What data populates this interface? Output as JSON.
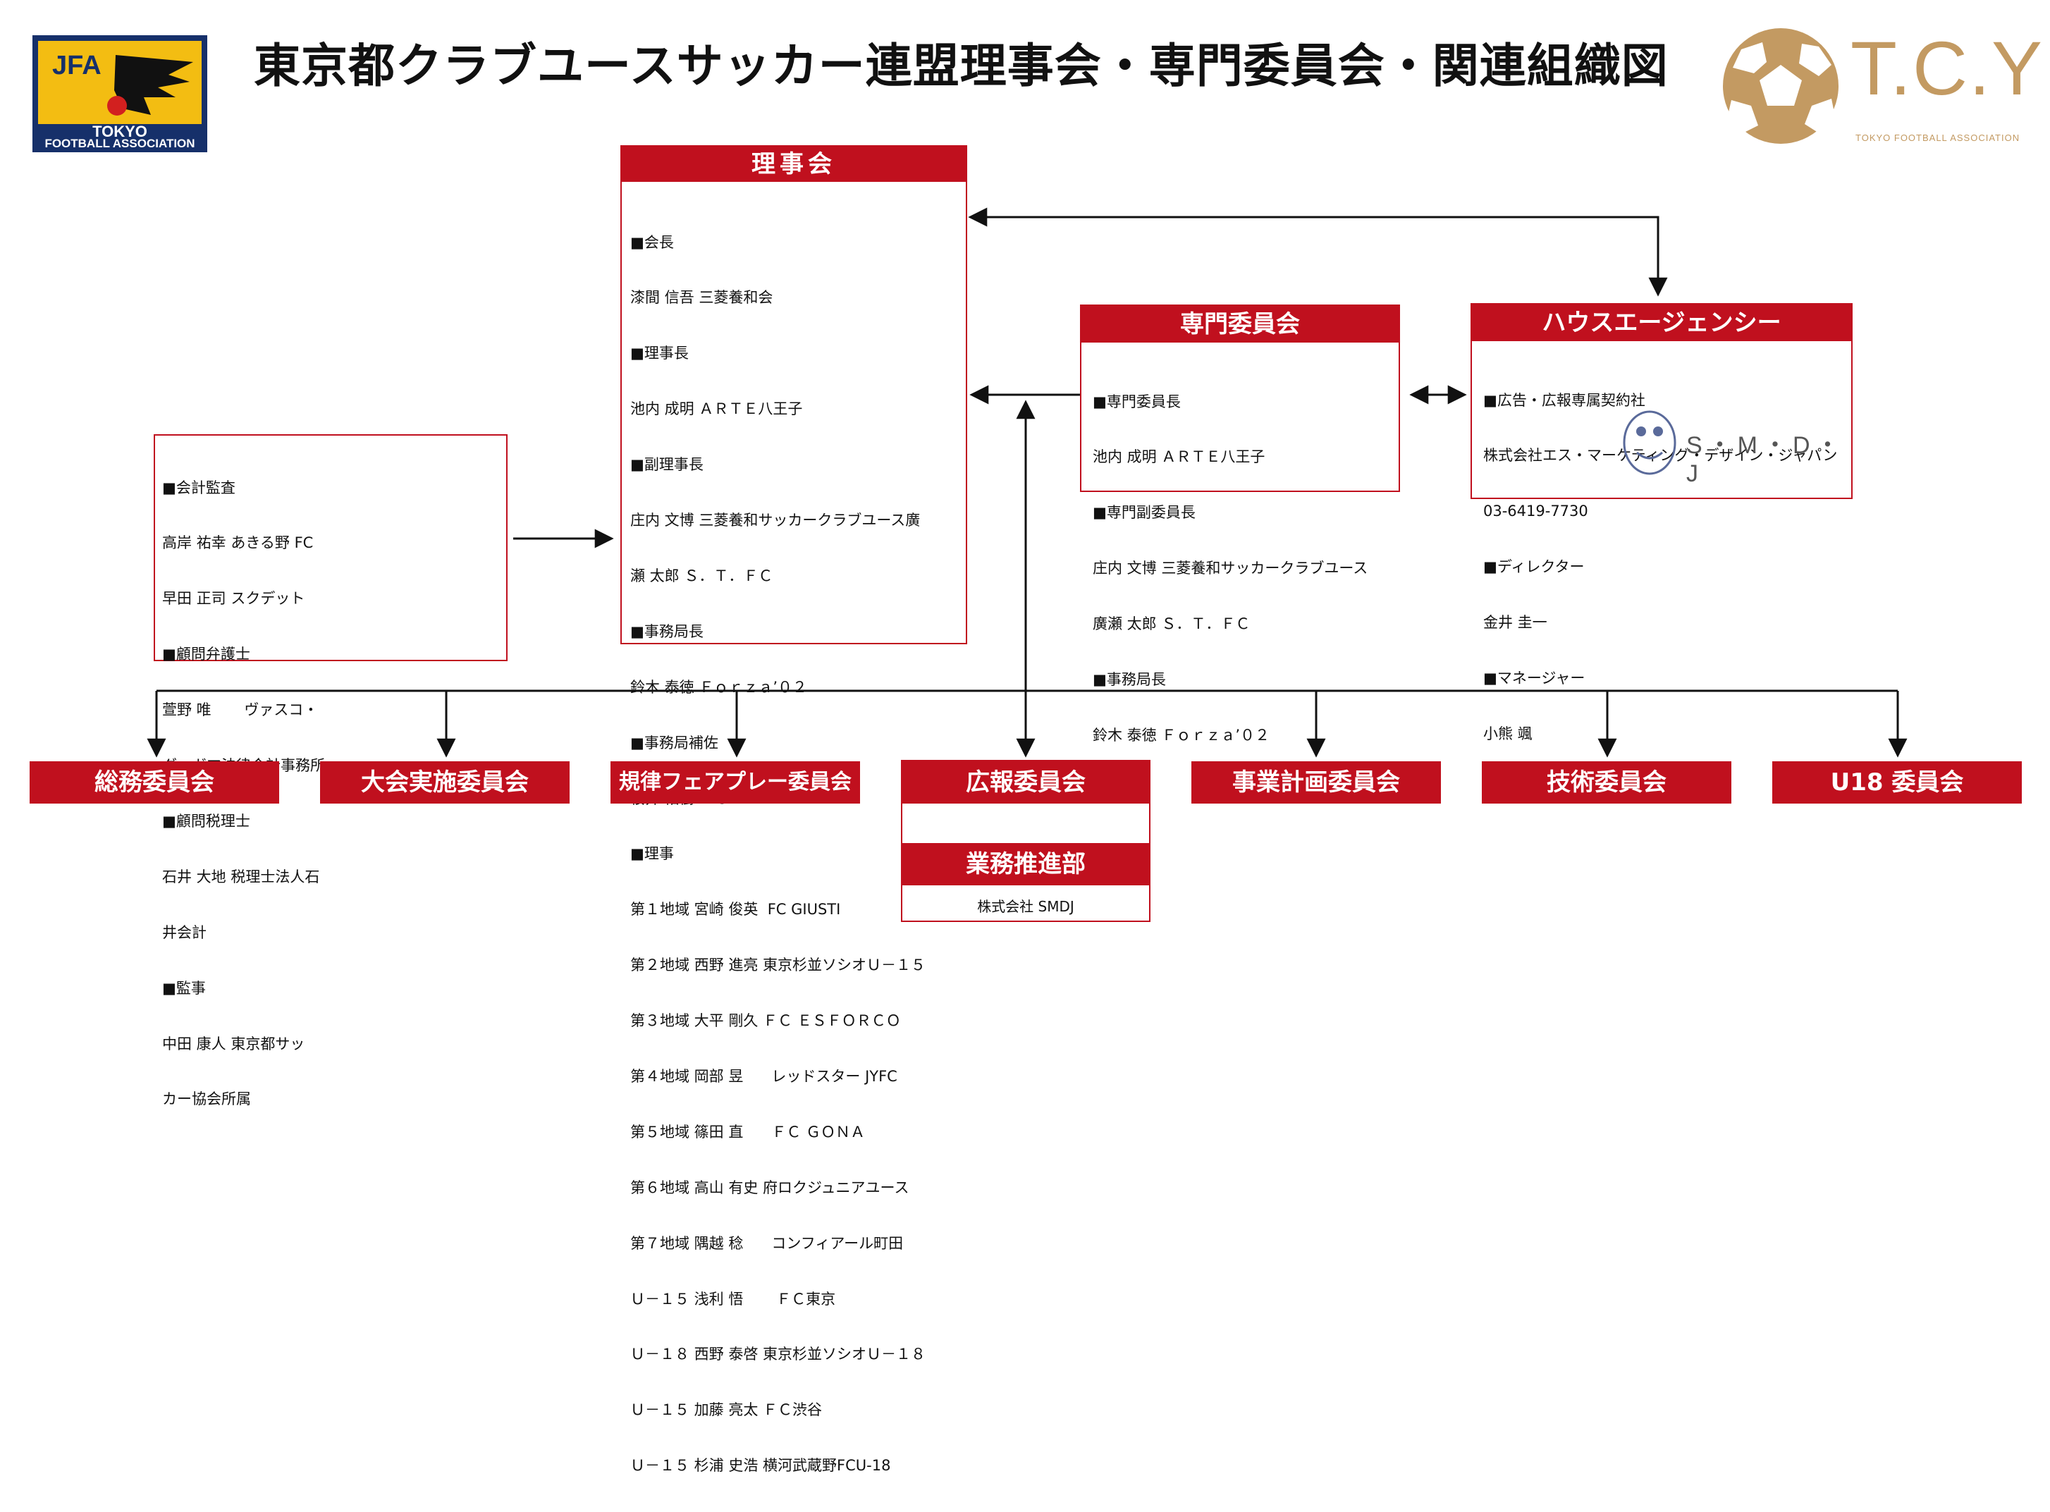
{
  "title": "東京都クラブユースサッカー連盟理事会・専門委員会・関連組織図",
  "logos": {
    "jfa": {
      "mark": "JFA",
      "line1": "TOKYO",
      "line2": "FOOTBALL ASSOCIATION"
    },
    "tcy": {
      "mark": "T.C.Y",
      "tagline": "TOKYO FOOTBALL ASSOCIATION"
    }
  },
  "board": {
    "header": "理事会",
    "lines": [
      "■会長",
      "漆間 信吾 三菱養和会",
      "■理事長",
      "池内 成明 ＡＲＴＥ八王子",
      "■副理事長",
      "庄内 文博 三菱養和サッカークラブユース廣",
      "瀬 太郎 Ｓ．Ｔ．ＦＣ",
      "■事務局長",
      "鈴木 泰徳 Ｆｏｒｚａ’０２",
      "■事務局補佐",
      "桜井 佑樹 ＦＣ ＶＩＤＡ",
      "■理事",
      "第１地域 宮崎 俊英  FC GIUSTI",
      "第２地域 西野 進亮 東京杉並ソシオＵ－１５",
      "第３地域 大平 剛久 ＦＣ ＥＳＦＯＲＣＯ",
      "第４地域 岡部 昱      レッドスター JYFC",
      "第５地域 篠田 直      ＦＣ ＧＯＮＡ",
      "第６地域 高山 有史 府ロクジュニアユース",
      "第７地域 隅越 稔      コンフィアール町田",
      "Ｕ－１５ 浅利 悟       ＦＣ東京",
      "Ｕ－１８ 西野 泰啓 東京杉並ソシオＵ－１８",
      "Ｕ－１５ 加藤 亮太 ＦＣ渋谷",
      "Ｕ－１５ 杉浦 史浩 横河武蔵野FCU-18"
    ]
  },
  "audit": {
    "lines": [
      "■会計監査",
      "高岸 祐幸 あきる野 FC",
      "早田 正司 スクデット",
      "■顧問弁護士",
      "萱野 唯       ヴァスコ・",
      "ダ・ガマ法律会計事務所",
      "■顧問税理士",
      "石井 大地 税理士法人石",
      "井会計",
      "■監事",
      "中田 康人 東京都サッ",
      "カー協会所属"
    ]
  },
  "expert": {
    "header": "専門委員会",
    "lines": [
      "■専門委員長",
      "池内 成明 ＡＲＴＥ八王子",
      "■専門副委員長",
      "庄内 文博 三菱養和サッカークラブユース",
      "廣瀬 太郎 Ｓ．Ｔ．ＦＣ",
      "■事務局長",
      "鈴木 泰徳 Ｆｏｒｚａ’０２"
    ]
  },
  "agency": {
    "header": "ハウスエージェンシー",
    "lines": [
      "■広告・広報専属契約社",
      "株式会社エス・マーケティング・デザイン・ジャパン",
      "03-6419-7730",
      "■ディレクター",
      "金井 圭一",
      "■マネージャー",
      "小熊 颯"
    ],
    "logo_text": "S・M・D・J"
  },
  "committees": [
    "総務委員会",
    "大会実施委員会",
    "規律フェアプレー委員会",
    "広報委員会",
    "事業計画委員会",
    "技術委員会",
    "U18 委員会"
  ],
  "pr_sub": {
    "header": "業務推進部",
    "company": "株式会社 SMDJ"
  },
  "colors": {
    "accent": "#c0101e",
    "jfa_blue": "#16306a",
    "jfa_yellow": "#f3bd12",
    "tcy_gold": "#c39a62"
  }
}
